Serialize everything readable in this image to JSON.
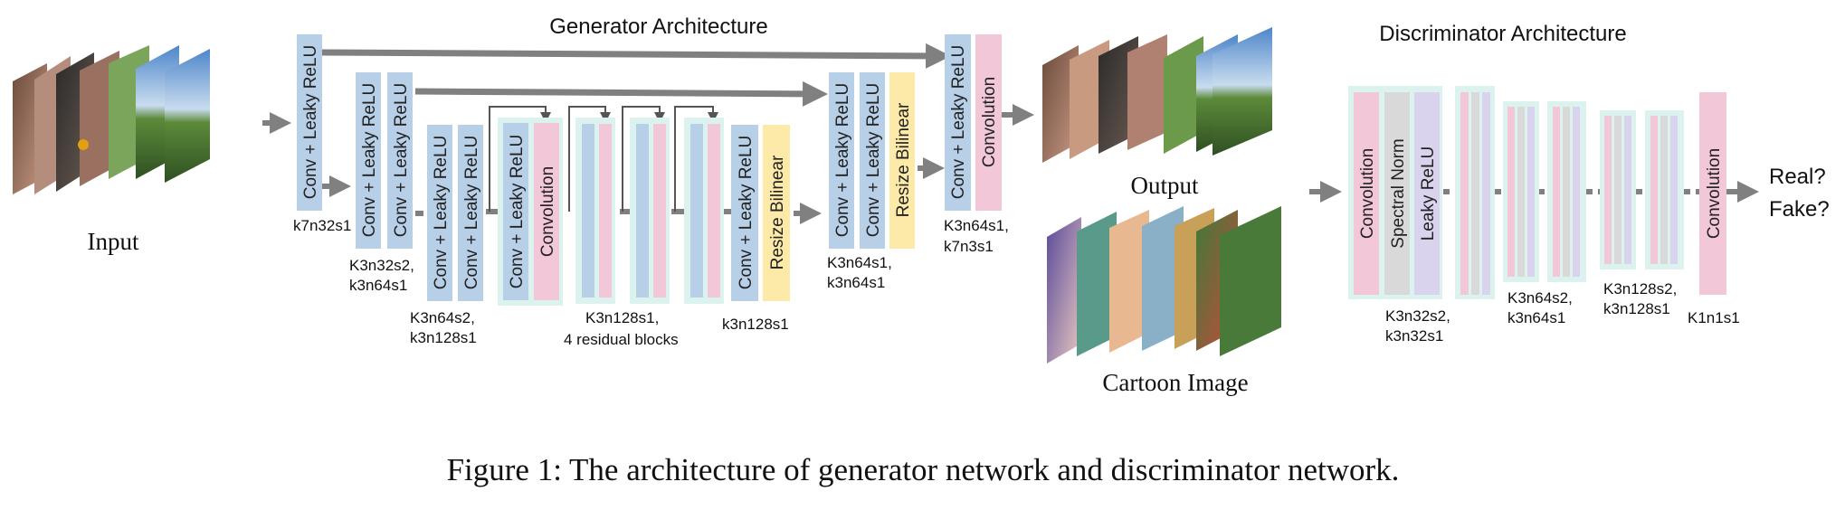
{
  "generator": {
    "title": "Generator Architecture",
    "input_label": "Input",
    "output_label": "Output",
    "cartoon_label": "Cartoon Image",
    "blocks": {
      "conv_leaky_relu": "Conv + Leaky ReLU",
      "convolution": "Convolution",
      "resize_bilinear": "Resize Bilinear"
    },
    "captions": {
      "c1": "k7n32s1",
      "c2a": "K3n32s2,",
      "c2b": "k3n64s1",
      "c3a": "K3n64s2,",
      "c3b": "k3n128s1",
      "c4a": "K3n128s1,",
      "c4b": "4 residual blocks",
      "c5": "k3n128s1",
      "c6a": "K3n64s1,",
      "c6b": "k3n64s1",
      "c7a": "K3n64s1,",
      "c7b": "k7n3s1"
    }
  },
  "discriminator": {
    "title": "Discriminator Architecture",
    "blocks": {
      "convolution": "Convolution",
      "spectral_norm": "Spectral Norm",
      "leaky_relu": "Leaky ReLU"
    },
    "captions": {
      "d1a": "K3n32s2,",
      "d1b": "k3n32s1",
      "d2a": "K3n64s2,",
      "d2b": "k3n64s1",
      "d3a": "K3n128s2,",
      "d3b": "k3n128s1",
      "d4": "K1n1s1"
    },
    "output_real": "Real?",
    "output_fake": "Fake?"
  },
  "figure_caption": "Figure 1: The architecture of generator network and discriminator network.",
  "colors": {
    "blue_block": "#b8cfe8",
    "pink_block": "#f2c7d8",
    "yellow_block": "#fdeaa8",
    "gray_block": "#d9d9d9",
    "purple_block": "#d9d3ee",
    "group_bg": "#dcf2ee",
    "arrow": "#808080"
  }
}
